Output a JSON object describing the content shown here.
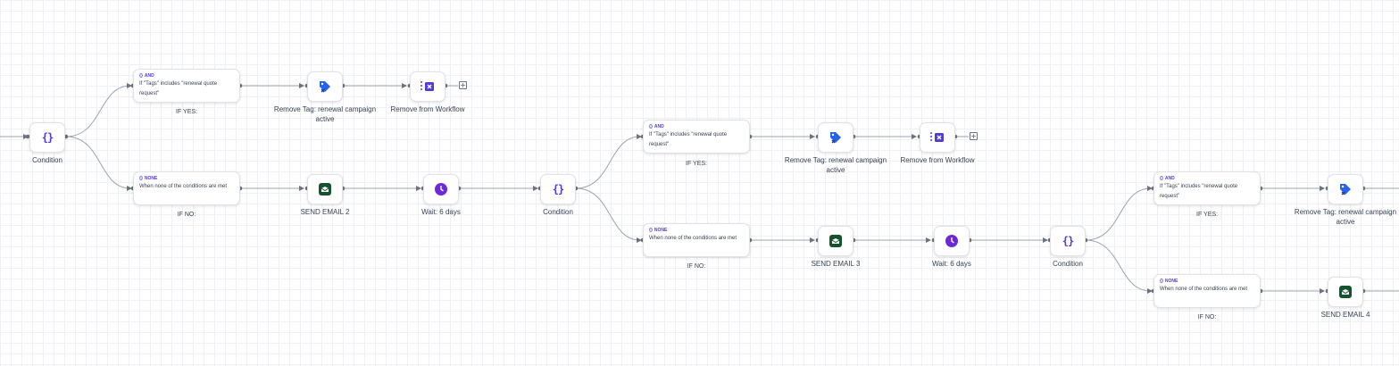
{
  "workflow": {
    "stage1": {
      "condition": {
        "label": "Condition",
        "icon": "braces-icon"
      },
      "yes_branch": {
        "tag": "AND",
        "text": "If \"Tags\" includes \"renewal quote request\"",
        "label": "IF YES:"
      },
      "no_branch": {
        "tag": "NONE",
        "text": "When none of the conditions are met",
        "label": "IF NO:"
      },
      "remove_tag": {
        "label": "Remove Tag: renewal campaign active",
        "icon": "remove-tag-icon"
      },
      "remove_workflow": {
        "label": "Remove from Workflow",
        "icon": "remove-from-workflow-icon"
      },
      "send_email": {
        "label": "SEND EMAIL 2",
        "icon": "email-icon"
      },
      "wait": {
        "label": "Wait: 6 days",
        "icon": "clock-icon"
      }
    },
    "stage2": {
      "condition": {
        "label": "Condition",
        "icon": "braces-icon"
      },
      "yes_branch": {
        "tag": "AND",
        "text": "If \"Tags\" includes \"renewal quote request\"",
        "label": "IF YES:"
      },
      "no_branch": {
        "tag": "NONE",
        "text": "When none of the conditions are met",
        "label": "IF NO:"
      },
      "remove_tag": {
        "label": "Remove Tag: renewal campaign active",
        "icon": "remove-tag-icon"
      },
      "remove_workflow": {
        "label": "Remove from Workflow",
        "icon": "remove-from-workflow-icon"
      },
      "send_email": {
        "label": "SEND EMAIL 3",
        "icon": "email-icon"
      },
      "wait": {
        "label": "Wait: 6 days",
        "icon": "clock-icon"
      }
    },
    "stage3": {
      "condition": {
        "label": "Condition",
        "icon": "braces-icon"
      },
      "yes_branch": {
        "tag": "AND",
        "text": "If \"Tags\" includes \"renewal quote request\"",
        "label": "IF YES:"
      },
      "no_branch": {
        "tag": "NONE",
        "text": "When none of the conditions are met",
        "label": "IF NO:"
      },
      "remove_tag": {
        "label": "Remove Tag: renewal campaign active",
        "icon": "remove-tag-icon"
      },
      "send_email": {
        "label": "SEND EMAIL 4",
        "icon": "email-icon"
      }
    },
    "add_step_symbol": "+",
    "condition_glyph": "{}",
    "colors": {
      "accent": "#4f3bd8",
      "tag_blue": "#2563eb",
      "email_green": "#14532d",
      "clock_purple": "#6d28d9",
      "wire": "#9ca3af"
    }
  }
}
